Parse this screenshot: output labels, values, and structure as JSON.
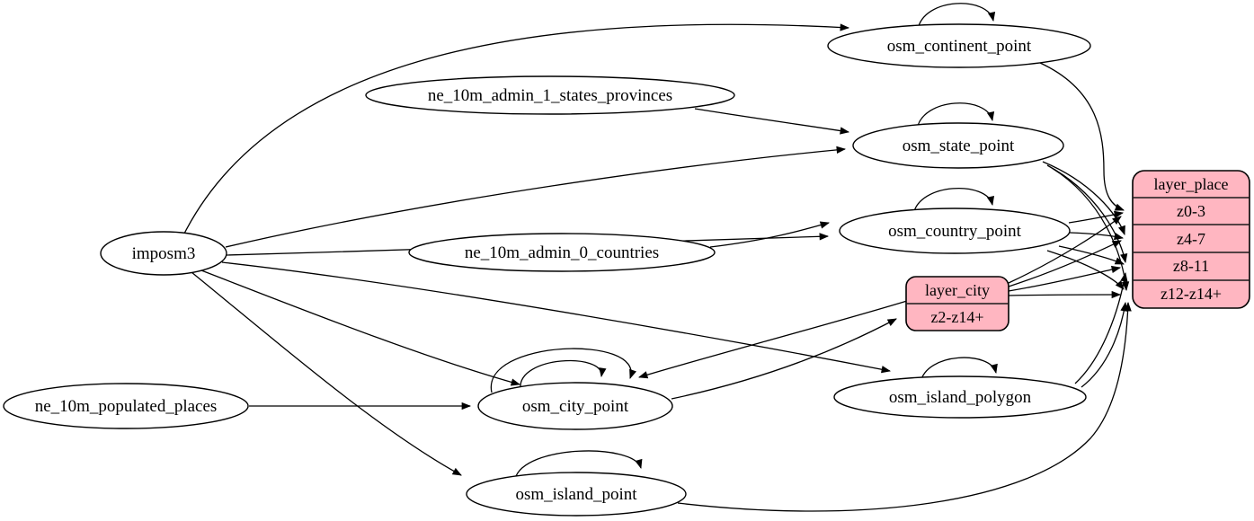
{
  "diagram": {
    "type": "directed-graph",
    "background": "#ffffff",
    "edge_color": "#000000",
    "node_fill": "#ffffff",
    "node_stroke": "#000000",
    "record_fill": "#ffb6c1",
    "nodes": {
      "imposm3": {
        "label": "imposm3"
      },
      "ne_10m_admin_1_states_provinces": {
        "label": "ne_10m_admin_1_states_provinces"
      },
      "ne_10m_admin_0_countries": {
        "label": "ne_10m_admin_0_countries"
      },
      "ne_10m_populated_places": {
        "label": "ne_10m_populated_places"
      },
      "osm_continent_point": {
        "label": "osm_continent_point"
      },
      "osm_state_point": {
        "label": "osm_state_point"
      },
      "osm_country_point": {
        "label": "osm_country_point"
      },
      "osm_city_point": {
        "label": "osm_city_point"
      },
      "osm_island_polygon": {
        "label": "osm_island_polygon"
      },
      "osm_island_point": {
        "label": "osm_island_point"
      }
    },
    "records": {
      "layer_place": {
        "title": "layer_place",
        "rows": [
          "z0-3",
          "z4-7",
          "z8-11",
          "z12-z14+"
        ]
      },
      "layer_city": {
        "title": "layer_city",
        "rows": [
          "z2-z14+"
        ]
      }
    },
    "self_loops": [
      "osm_continent_point",
      "osm_state_point",
      "osm_country_point",
      "osm_city_point",
      "osm_city_point",
      "osm_island_polygon",
      "osm_island_point"
    ],
    "edges": [
      {
        "from": "imposm3",
        "to": "osm_continent_point"
      },
      {
        "from": "imposm3",
        "to": "osm_state_point"
      },
      {
        "from": "imposm3",
        "to": "osm_country_point"
      },
      {
        "from": "imposm3",
        "to": "osm_city_point"
      },
      {
        "from": "imposm3",
        "to": "osm_island_polygon"
      },
      {
        "from": "imposm3",
        "to": "osm_island_point"
      },
      {
        "from": "ne_10m_admin_1_states_provinces",
        "to": "osm_state_point"
      },
      {
        "from": "ne_10m_admin_0_countries",
        "to": "osm_country_point"
      },
      {
        "from": "ne_10m_populated_places",
        "to": "osm_city_point"
      },
      {
        "from": "osm_city_point",
        "to": "layer_city:z2-z14+"
      },
      {
        "from": "layer_city",
        "to": "osm_city_point"
      },
      {
        "from": "osm_continent_point",
        "to": "layer_place:z0-3"
      },
      {
        "from": "osm_state_point",
        "to": "layer_place:z4-7"
      },
      {
        "from": "osm_state_point",
        "to": "layer_place:z8-11"
      },
      {
        "from": "osm_state_point",
        "to": "layer_place:z12-z14+"
      },
      {
        "from": "osm_country_point",
        "to": "layer_place:z0-3"
      },
      {
        "from": "osm_country_point",
        "to": "layer_place:z4-7"
      },
      {
        "from": "osm_country_point",
        "to": "layer_place:z8-11"
      },
      {
        "from": "osm_country_point",
        "to": "layer_place:z12-z14+"
      },
      {
        "from": "osm_island_polygon",
        "to": "layer_place:z8-11"
      },
      {
        "from": "osm_island_polygon",
        "to": "layer_place:z12-z14+"
      },
      {
        "from": "osm_island_point",
        "to": "layer_place:z12-z14+"
      },
      {
        "from": "layer_city",
        "to": "layer_place:z0-3"
      },
      {
        "from": "layer_city",
        "to": "layer_place:z4-7"
      },
      {
        "from": "layer_city",
        "to": "layer_place:z8-11"
      },
      {
        "from": "layer_city",
        "to": "layer_place:z12-z14+"
      }
    ]
  }
}
